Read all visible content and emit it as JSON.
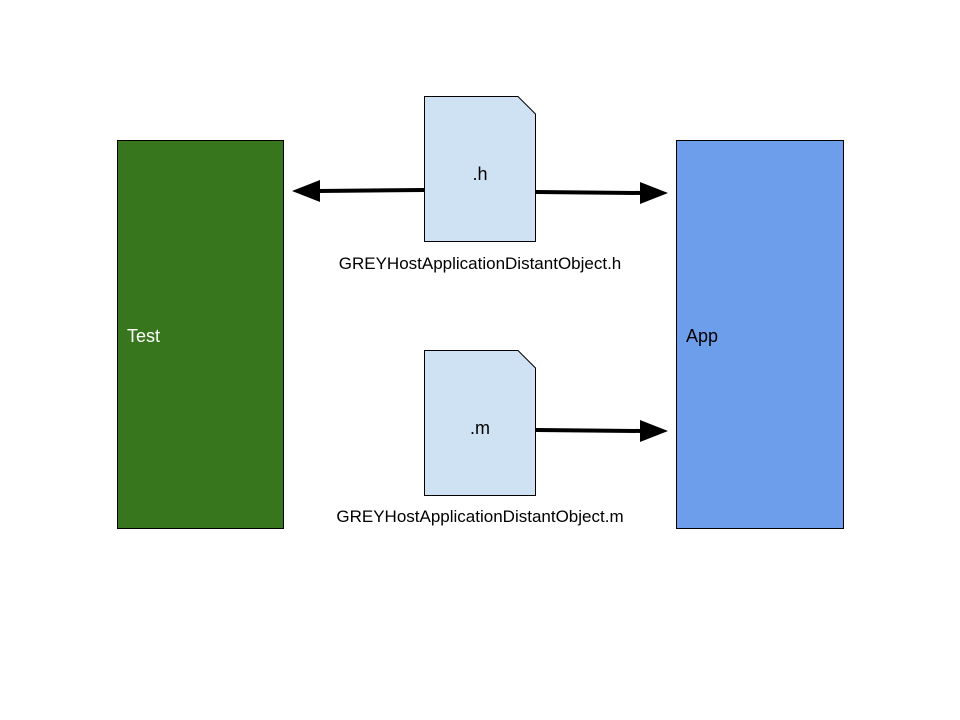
{
  "blocks": {
    "test": {
      "label": "Test",
      "fill": "#38761d",
      "text_color": "#ffffff"
    },
    "app": {
      "label": "App",
      "fill": "#6d9eeb",
      "text_color": "#000000"
    }
  },
  "files": {
    "h": {
      "extension": ".h",
      "caption": "GREYHostApplicationDistantObject.h"
    },
    "m": {
      "extension": ".m",
      "caption": "GREYHostApplicationDistantObject.m"
    }
  },
  "file_fill": "#cfe2f3",
  "arrow_color": "#000000"
}
